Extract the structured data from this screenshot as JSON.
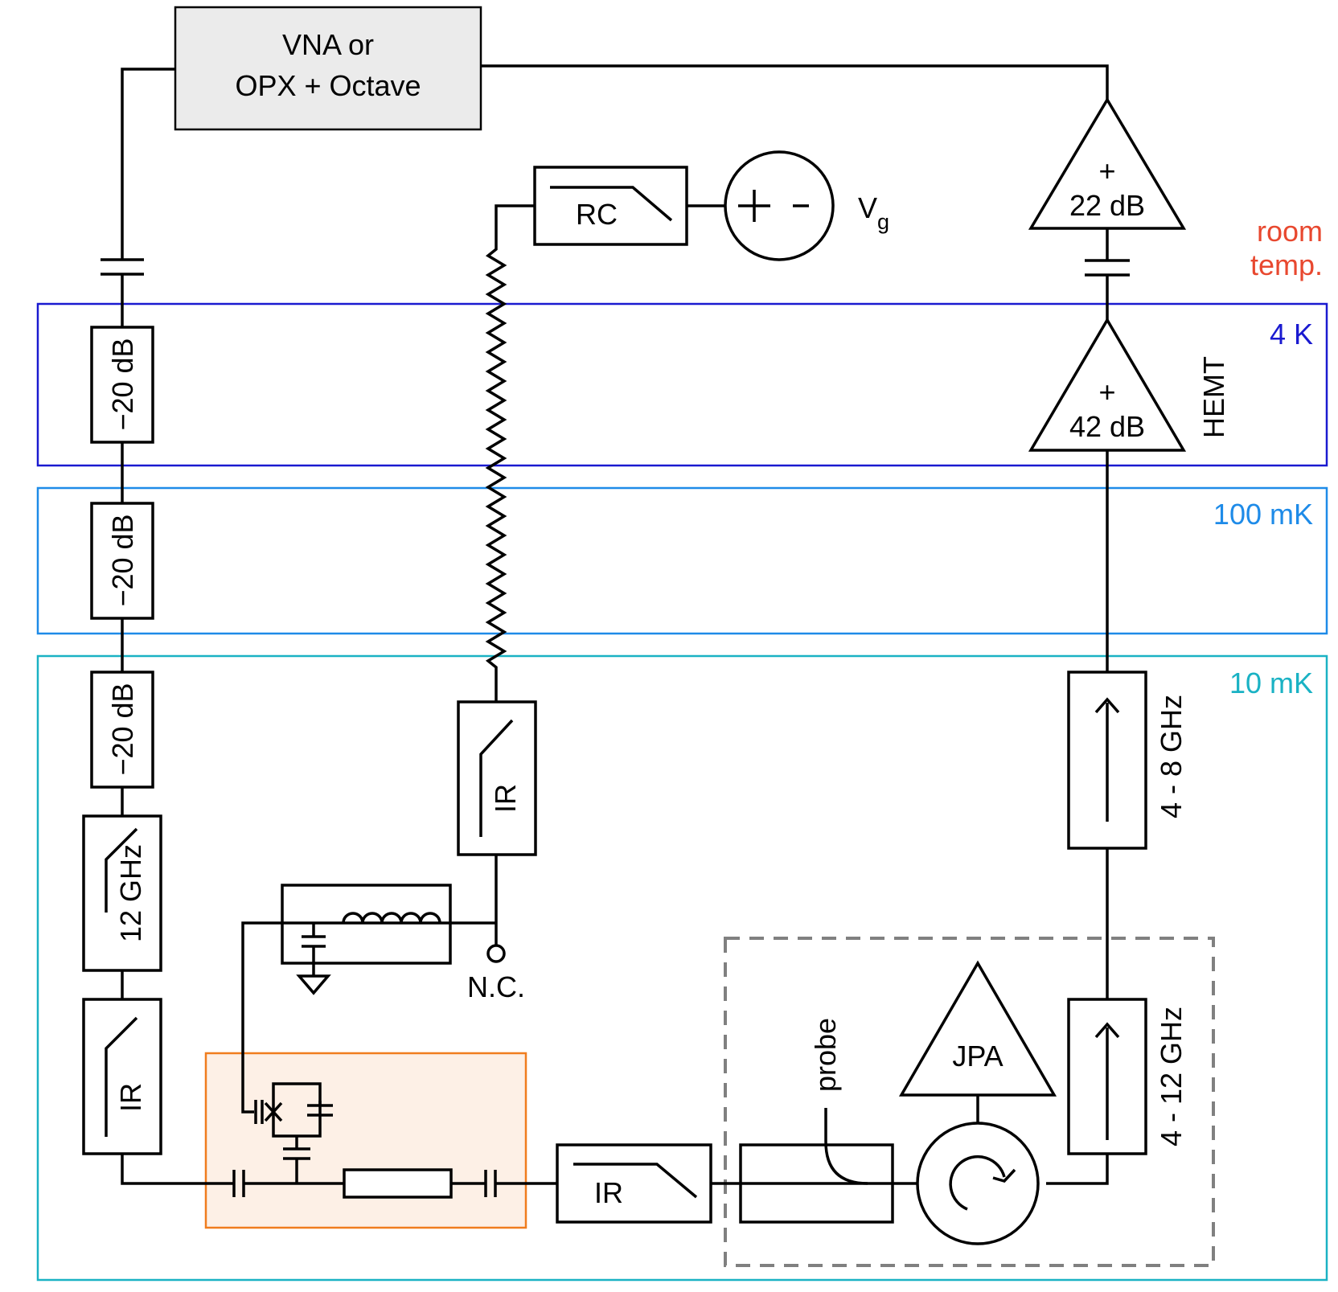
{
  "source_box": {
    "line1": "VNA or",
    "line2": "OPX + Octave"
  },
  "stages": {
    "room": {
      "line1": "room",
      "line2": "temp.",
      "color": "#e8482f"
    },
    "k4": {
      "label": "4 K",
      "color": "#1a1ad0"
    },
    "mk100": {
      "label": "100 mK",
      "color": "#1e8be8"
    },
    "mk10": {
      "label": "10 mK",
      "color": "#1ab2c4"
    }
  },
  "attenuators": [
    "−20 dB",
    "−20 dB",
    "−20 dB"
  ],
  "lowpass_12": "12 GHz",
  "filters": {
    "ir": "IR",
    "rc": "RC"
  },
  "gate_voltage": {
    "symbol": "V",
    "subscript": "g"
  },
  "nc_label": "N.C.",
  "amplifiers": {
    "room": {
      "sign": "+",
      "gain": "22 dB"
    },
    "hemt": {
      "sign": "+",
      "gain": "42 dB",
      "name": "HEMT"
    },
    "jpa": "JPA"
  },
  "isolators": {
    "upper": "4 - 8 GHz",
    "lower": "4 - 12 GHz"
  },
  "probe_label": "probe",
  "colors": {
    "sample_fill": "#fdf0e6",
    "sample_border": "#f07d1e",
    "source_fill": "#ebebeb",
    "dashed_border": "#808080"
  }
}
